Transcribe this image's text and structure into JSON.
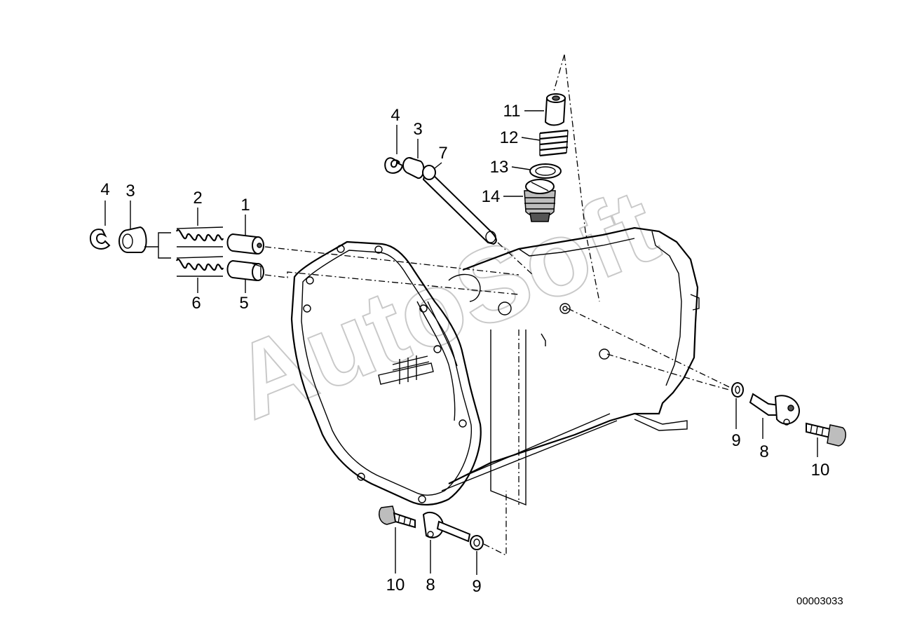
{
  "watermark": "AutoSoft",
  "reference_number": "00003033",
  "labels": [
    {
      "id": "left-4",
      "text": "4"
    },
    {
      "id": "left-3",
      "text": "3"
    },
    {
      "id": "left-2",
      "text": "2"
    },
    {
      "id": "left-1",
      "text": "1"
    },
    {
      "id": "left-6",
      "text": "6"
    },
    {
      "id": "left-5",
      "text": "5"
    },
    {
      "id": "top-4",
      "text": "4"
    },
    {
      "id": "top-3",
      "text": "3"
    },
    {
      "id": "top-7",
      "text": "7"
    },
    {
      "id": "top-11",
      "text": "11"
    },
    {
      "id": "top-12",
      "text": "12"
    },
    {
      "id": "top-13",
      "text": "13"
    },
    {
      "id": "top-14",
      "text": "14"
    },
    {
      "id": "right-9",
      "text": "9"
    },
    {
      "id": "right-8",
      "text": "8"
    },
    {
      "id": "right-10",
      "text": "10"
    },
    {
      "id": "bottom-10",
      "text": "10"
    },
    {
      "id": "bottom-8",
      "text": "8"
    },
    {
      "id": "bottom-9",
      "text": "9"
    }
  ]
}
